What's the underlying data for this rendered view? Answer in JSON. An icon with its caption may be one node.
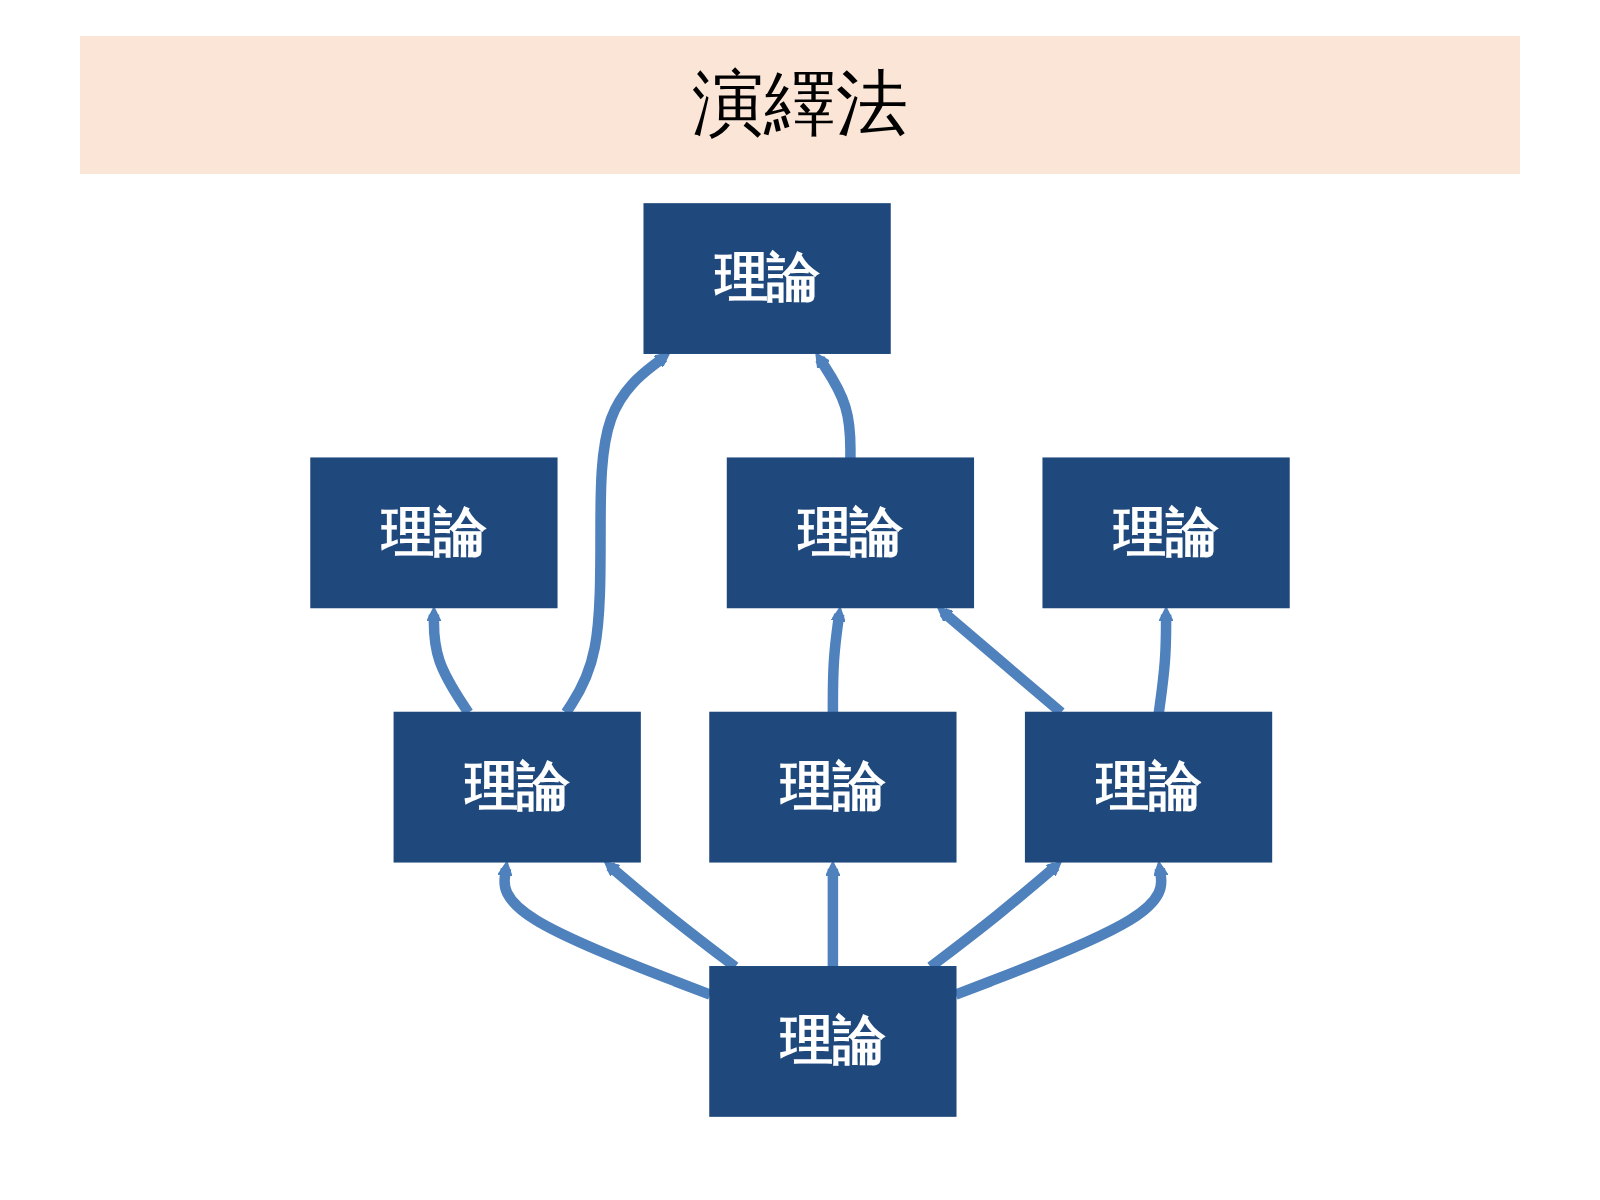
{
  "diagram": {
    "title": "演繹法",
    "nodes": [
      {
        "text": [
          "理論"
        ]
      },
      {
        "text": [
          "理論"
        ]
      },
      {
        "text": [
          "理論"
        ]
      },
      {
        "text": [
          "理論"
        ]
      },
      {
        "text": [
          "理論"
        ]
      },
      {
        "text": [
          "理論"
        ]
      },
      {
        "text": [
          "理論"
        ]
      },
      {
        "text": [
          "理論"
        ]
      }
    ],
    "edges": [
      {
        "from": 4,
        "to": 1,
        "arrow": "to"
      },
      {
        "from": 4,
        "to": 0,
        "arrow": "to"
      },
      {
        "from": 2,
        "to": 0,
        "arrow": "to"
      },
      {
        "from": 5,
        "to": 2,
        "arrow": "to"
      },
      {
        "from": 6,
        "to": 2,
        "arrow": "to"
      },
      {
        "from": 6,
        "to": 3,
        "arrow": "to"
      },
      {
        "from": 7,
        "to": 4,
        "arrow": "to"
      },
      {
        "from": 7,
        "to": 4,
        "arrow": "to"
      },
      {
        "from": 7,
        "to": 5,
        "arrow": "to"
      },
      {
        "from": 7,
        "to": 6,
        "arrow": "to"
      },
      {
        "from": 7,
        "to": 6,
        "arrow": "to"
      }
    ]
  }
}
